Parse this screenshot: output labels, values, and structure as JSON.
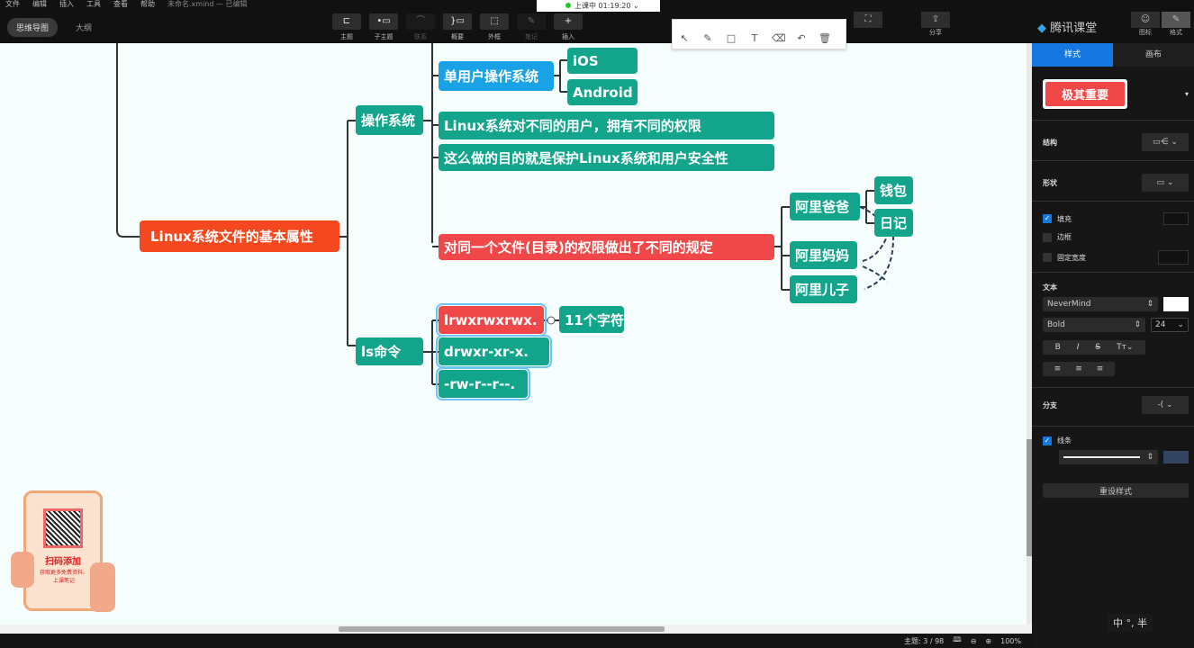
{
  "menu": [
    "文件",
    "编辑",
    "插入",
    "工具",
    "查看",
    "帮助"
  ],
  "doc_title": "未命名.xmind — 已编辑",
  "mode_tabs": [
    "思维导图",
    "大纲"
  ],
  "toolbar": [
    {
      "label": "主题",
      "icon": "topic-icon",
      "glyph": "⊏"
    },
    {
      "label": "子主题",
      "icon": "subtopic-icon",
      "glyph": "•▭"
    },
    {
      "label": "联系",
      "icon": "relationship-icon",
      "glyph": "⌒"
    },
    {
      "label": "概要",
      "icon": "summary-icon",
      "glyph": "}▭"
    },
    {
      "label": "外框",
      "icon": "boundary-icon",
      "glyph": "⬚"
    },
    {
      "label": "笔记",
      "icon": "note-icon",
      "glyph": "✎"
    },
    {
      "label": "插入",
      "icon": "plus-icon",
      "glyph": "+"
    }
  ],
  "share_label": "分享",
  "icon_label": "图标",
  "format_label": "格式",
  "live": {
    "text": "上课中 01:19:20",
    "status_color": "#22cc22"
  },
  "tencent": "腾讯课堂",
  "mindmap": {
    "root": "Linux系统文件的基本属性",
    "os": "操作系统",
    "single_user": "单用户操作系统",
    "ios": "iOS",
    "android": "Android",
    "perm1": "Linux系统对不同的用户，拥有不同的权限",
    "perm2": "这么做的目的就是保护Linux系统和用户安全性",
    "rule": "对同一个文件(目录)的权限做出了不同的规定",
    "dad": "阿里爸爸",
    "mom": "阿里妈妈",
    "son": "阿里儿子",
    "wallet": "钱包",
    "diary": "日记",
    "ls": "ls命令",
    "ls_items": [
      "lrwxrwxrwx.",
      "drwxr-xr-x.",
      "-rw-r--r--."
    ],
    "chars": "11个字符",
    "colors": {
      "teal": "#12a58c",
      "red": "#f04848",
      "blue": "#1aa2e6",
      "root": "#f5481e"
    }
  },
  "ad": {
    "title": "扫码添加",
    "sub": "获取更多免费资料、上课笔记"
  },
  "status": {
    "topics": "主题: 3 / 98",
    "zoom": "100%"
  },
  "panel": {
    "tabs": [
      "样式",
      "画布"
    ],
    "style_preset": "极其重要",
    "structure": "结构",
    "shape": "形状",
    "fill": "填充",
    "border": "边框",
    "fixed_width": "固定宽度",
    "text": "文本",
    "font": "NeverMind",
    "weight": "Bold",
    "size": "24",
    "branch": "分支",
    "line": "线条",
    "reset": "重设样式"
  },
  "ime": "中 °, 半"
}
